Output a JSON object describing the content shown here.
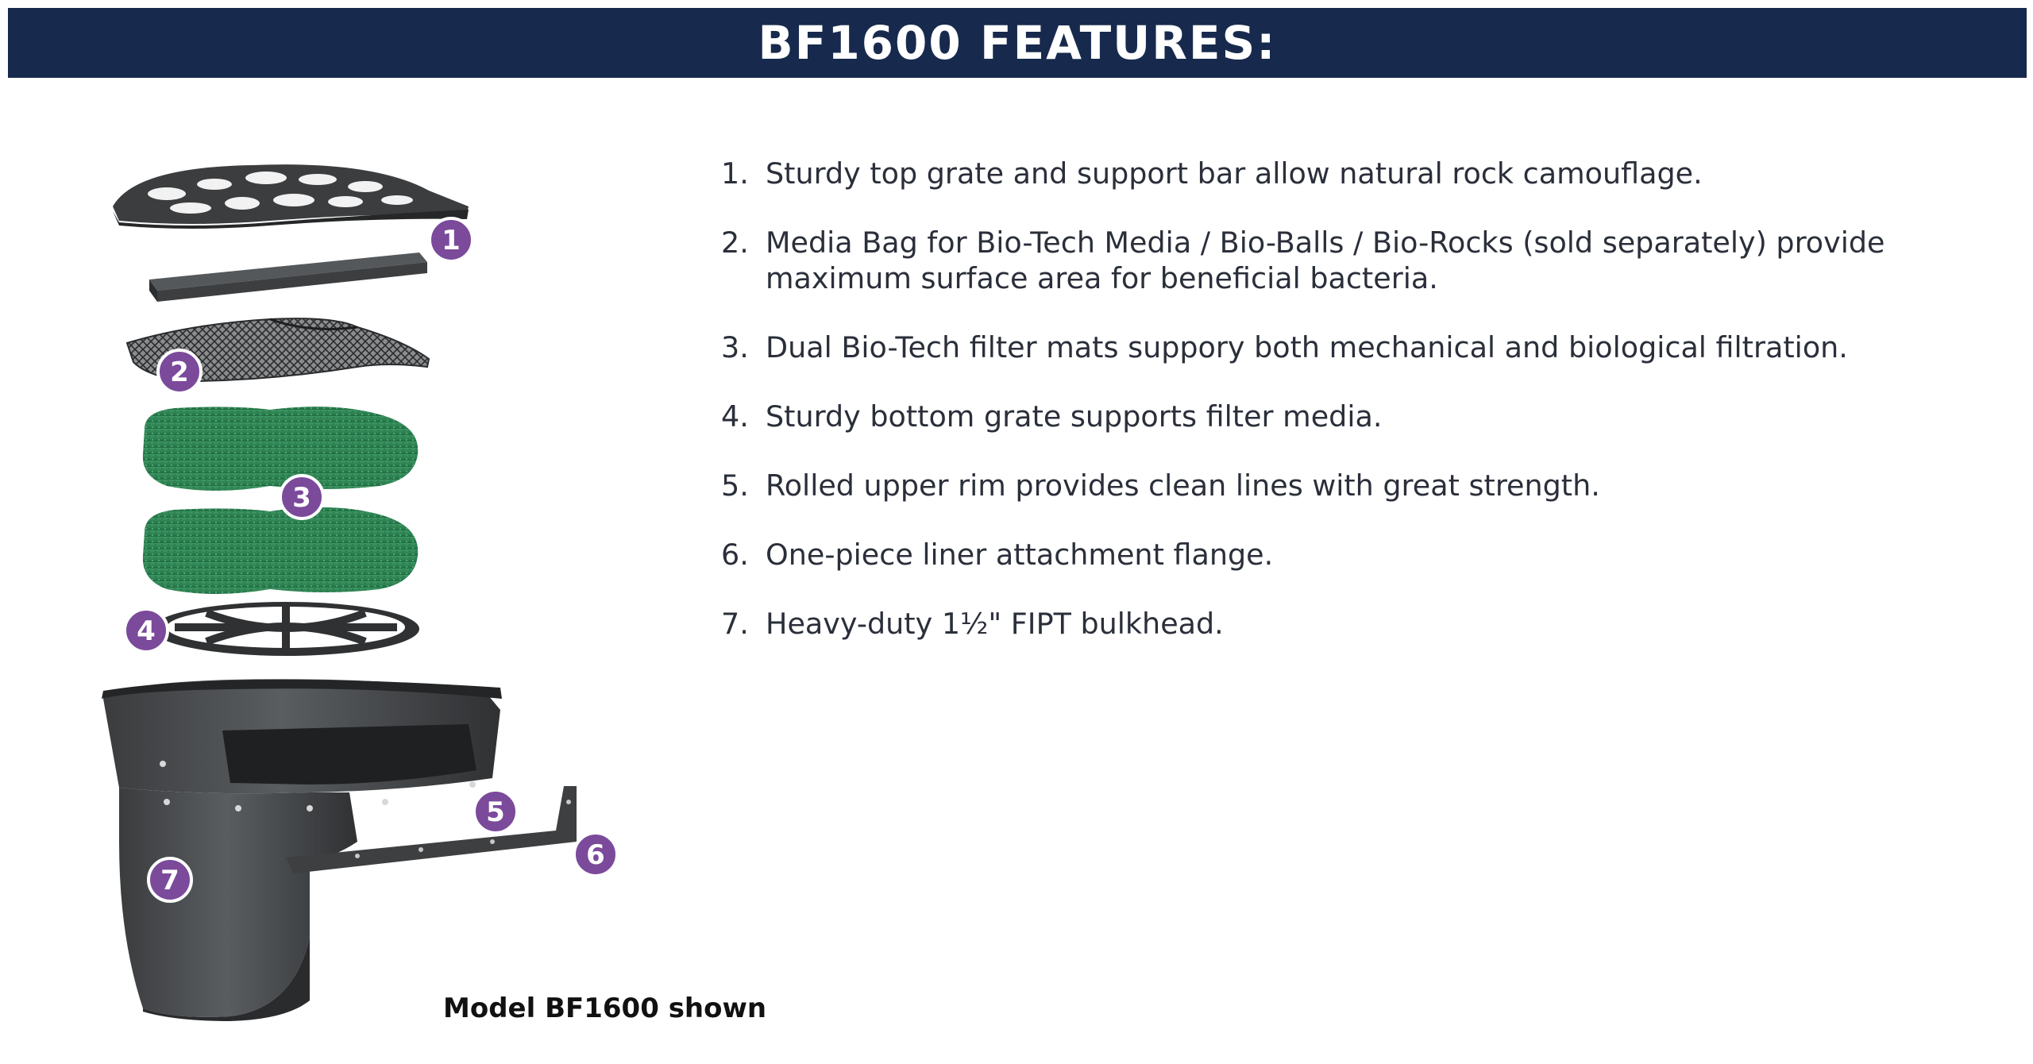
{
  "header": {
    "title": "BF1600 FEATURES:",
    "background_color": "#172a4d",
    "text_color": "#ffffff"
  },
  "illustration": {
    "badge_color": "#7b4a9b",
    "callouts": [
      "1",
      "2",
      "3",
      "4",
      "5",
      "6",
      "7"
    ],
    "caption": "Model BF1600 shown"
  },
  "features": [
    {
      "number": "1.",
      "text": "Sturdy top grate and support bar allow natural rock camouflage."
    },
    {
      "number": "2.",
      "text": "Media Bag for Bio-Tech Media / Bio-Balls / Bio-Rocks (sold separately) provide maximum surface area for beneficial bacteria."
    },
    {
      "number": "3.",
      "text": "Dual Bio-Tech filter mats suppory both mechanical and biological filtration."
    },
    {
      "number": "4.",
      "text": "Sturdy bottom grate supports filter media."
    },
    {
      "number": "5.",
      "text": "Rolled upper rim provides clean lines with great strength."
    },
    {
      "number": "6.",
      "text": "One-piece liner attachment flange."
    },
    {
      "number": "7.",
      "text": "Heavy-duty 1½\" FIPT bulkhead."
    }
  ]
}
